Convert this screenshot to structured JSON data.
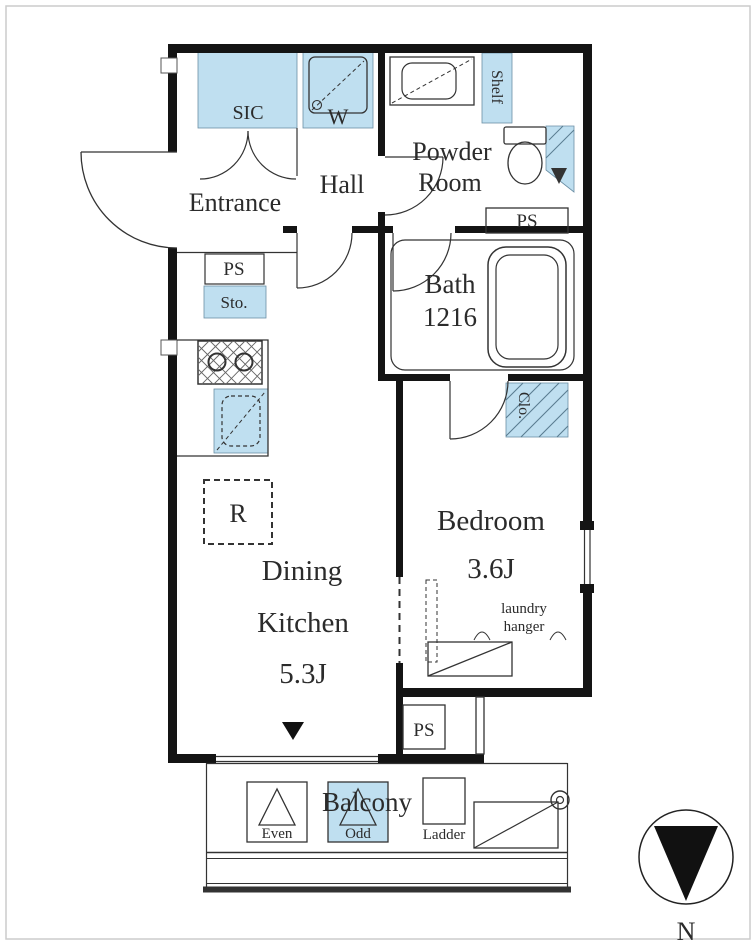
{
  "colors": {
    "fixture_blue": "#bfdff0",
    "wall": "#141414",
    "line": "#333333",
    "text": "#2b2b2b"
  },
  "rooms": {
    "entrance": {
      "label": "Entrance"
    },
    "hall": {
      "label": "Hall"
    },
    "powder_room": {
      "label_line1": "Powder",
      "label_line2": "Room"
    },
    "bath": {
      "label": "Bath",
      "size": "1216"
    },
    "dining_kitchen": {
      "label_line1": "Dining",
      "label_line2": "Kitchen",
      "size": "5.3J"
    },
    "bedroom": {
      "label": "Bedroom",
      "size": "3.6J"
    },
    "balcony": {
      "label": "Balcony"
    }
  },
  "fixtures": {
    "shoe_closet": "SIC",
    "washer": "W",
    "shelf": "Shelf",
    "storage": "Sto.",
    "closet": "Clo.",
    "refrigerator": "R",
    "pipe_space_top": "PS",
    "pipe_space_left": "PS",
    "pipe_space_bottom": "PS",
    "laundry_hanger": {
      "line1": "laundry",
      "line2": "hanger"
    },
    "evac_hatch_even": "Even",
    "evac_hatch_odd": "Odd",
    "ladder": "Ladder"
  },
  "compass": {
    "north": "N"
  }
}
